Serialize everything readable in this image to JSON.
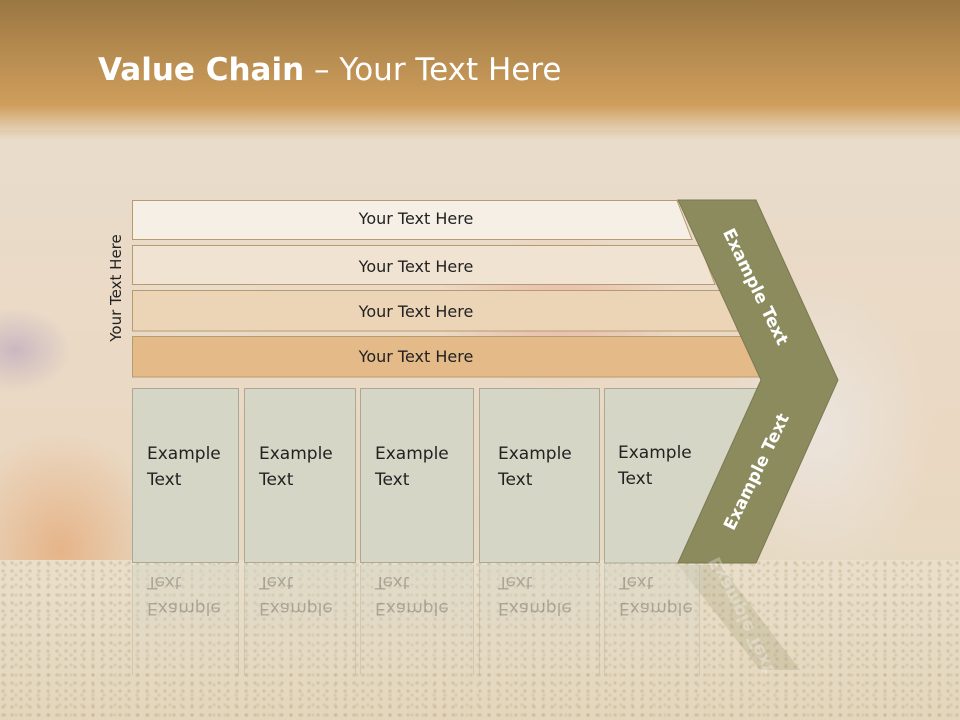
{
  "slide": {
    "title_bold": "Value Chain",
    "title_rest": " – Your Text Here",
    "side_label": "Your Text Here",
    "rows": [
      {
        "label": "Your Text Here",
        "fill": "#f6efe6"
      },
      {
        "label": "Your Text Here",
        "fill": "#f1e3d1"
      },
      {
        "label": "Your Text Here",
        "fill": "#ecd5b6"
      },
      {
        "label": "Your Text Here",
        "fill": "#e3ba88"
      }
    ],
    "boxes": [
      {
        "line1": "Example",
        "line2": "Text"
      },
      {
        "line1": "Example",
        "line2": "Text"
      },
      {
        "line1": "Example",
        "line2": "Text"
      },
      {
        "line1": "Example",
        "line2": "Text"
      },
      {
        "line1": "Example",
        "line2": "Text"
      }
    ],
    "chevron": {
      "upper_text": "Example Text",
      "lower_text": "Example Text",
      "color": "#8c8b5e"
    },
    "colors": {
      "header": "#c89a5a",
      "box_fill": "#d6d6c6"
    }
  }
}
